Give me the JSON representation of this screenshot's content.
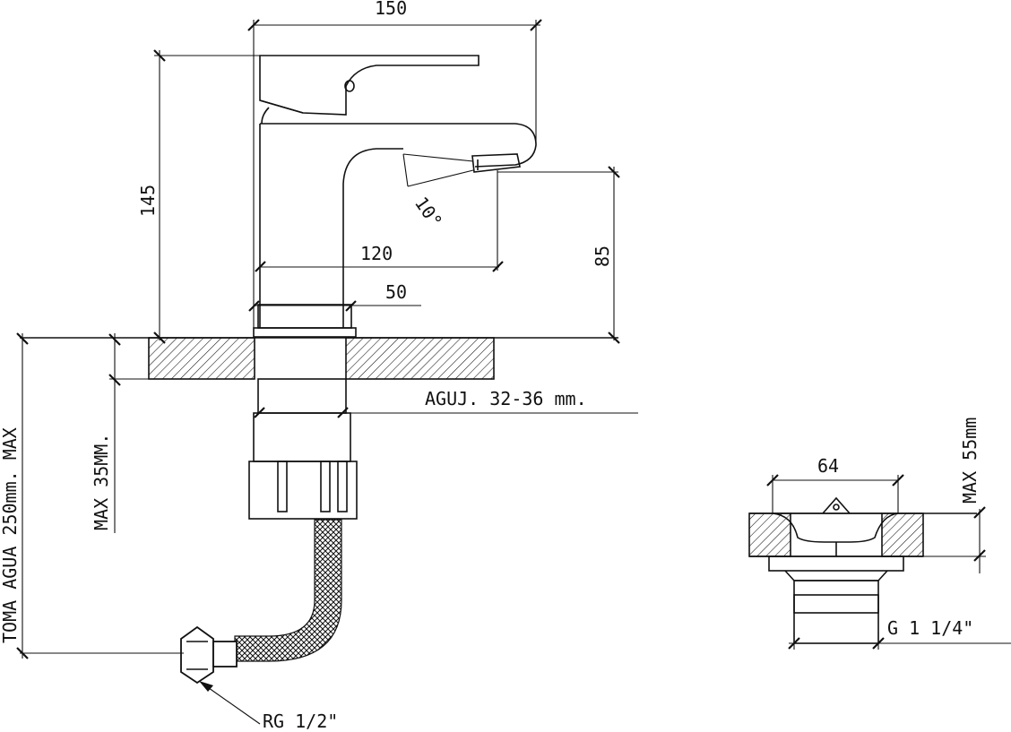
{
  "dimensions": {
    "width_overall": "150",
    "height_overall": "145",
    "spout_reach": "120",
    "spout_height": "85",
    "base_diameter": "50",
    "spout_angle": "10°",
    "countertop_max": "MAX 35MM.",
    "hole_size": "AGUJ. 32-36 mm.",
    "water_inlet": "TOMA AGUA 250mm. MAX",
    "hose_connection": "RG 1/2\"",
    "drain_width": "64",
    "drain_max_thickness": "MAX 55mm",
    "drain_thread": "G 1 1/4\""
  },
  "colors": {
    "line": "#111111",
    "background": "#ffffff"
  }
}
